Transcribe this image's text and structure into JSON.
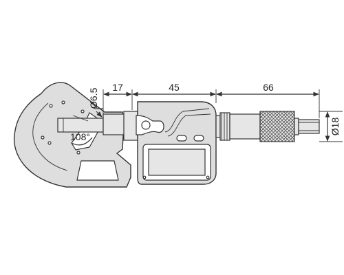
{
  "dimensions": {
    "dia_6_5": "Ø6.5",
    "len_17": "17",
    "len_45": "45",
    "len_66": "66",
    "angle_108": "108°",
    "dia_18": "Ø18"
  }
}
